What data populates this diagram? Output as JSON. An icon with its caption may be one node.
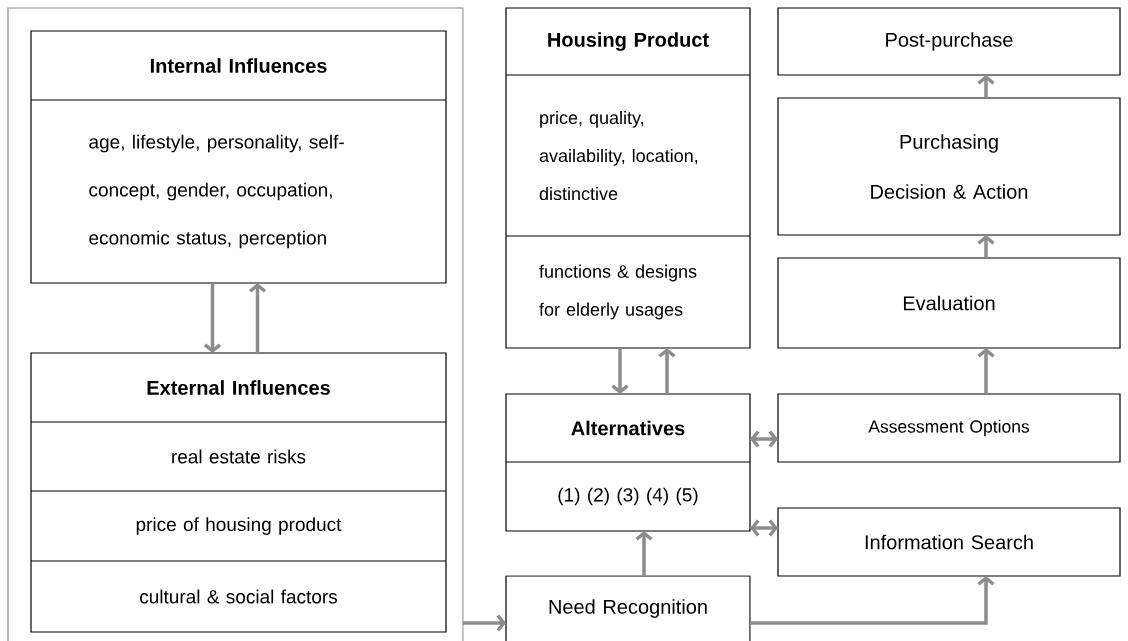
{
  "diagram": {
    "nodes": [
      {
        "text": [],
        "shape": "box"
      },
      {
        "text": [
          "Internal Influences",
          "age, lifestyle, personality, self-concept, gender, occupation, economic status, perception"
        ],
        "in": 0
      },
      {
        "text": [
          "External Influences",
          "real estate risks",
          "price of housing product",
          "cultural & social factors"
        ],
        "in": 0
      },
      {
        "text": [
          "Housing Product",
          "price, quality, availability, location, distinctive",
          "functions & designs for elderly usages"
        ]
      },
      {
        "text": [
          "Post-purchase"
        ]
      },
      {
        "text": [
          "Purchasing Decision & Action"
        ]
      },
      {
        "text": [
          "Evaluation"
        ]
      },
      {
        "text": [
          "Alternatives",
          "(1) (2) (3) (4) (5)"
        ]
      },
      {
        "text": [
          "Assessment Options"
        ]
      },
      {
        "text": [
          "Information Search"
        ]
      },
      {
        "text": [
          "Need Recognition"
        ]
      }
    ],
    "edges": [
      {
        "from": 1,
        "to": 2,
        "arrow": "to"
      },
      {
        "from": 2,
        "to": 1,
        "arrow": "to"
      },
      {
        "from": 3,
        "to": 7,
        "arrow": "to"
      },
      {
        "from": 7,
        "to": 3,
        "arrow": "to"
      },
      {
        "from": 10,
        "to": 7,
        "arrow": "to"
      },
      {
        "from": 7,
        "to": 8,
        "arrow": "both"
      },
      {
        "from": 7,
        "to": 9,
        "arrow": "both"
      },
      {
        "from": 10,
        "to": 9,
        "arrow": "to"
      },
      {
        "from": 8,
        "to": 6,
        "arrow": "to"
      },
      {
        "from": 6,
        "to": 5,
        "arrow": "to"
      },
      {
        "from": 5,
        "to": 4,
        "arrow": "to"
      },
      {
        "from": 0,
        "to": 10,
        "arrow": "to"
      }
    ]
  }
}
